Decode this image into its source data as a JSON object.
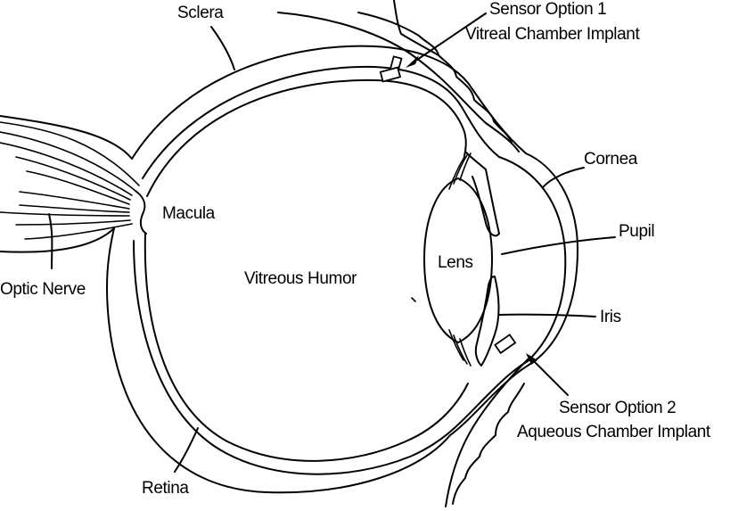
{
  "labels": {
    "sclera": "Sclera",
    "sensor1_line1": "Sensor Option 1",
    "sensor1_line2": "Vitreal Chamber Implant",
    "cornea": "Cornea",
    "pupil": "Pupil",
    "lens": "Lens",
    "macula": "Macula",
    "vitreous": "Vitreous Humor",
    "optic_nerve": "Optic Nerve",
    "iris": "Iris",
    "sensor2_line1": "Sensor Option 2",
    "sensor2_line2": "Aqueous Chamber Implant",
    "retina": "Retina"
  }
}
